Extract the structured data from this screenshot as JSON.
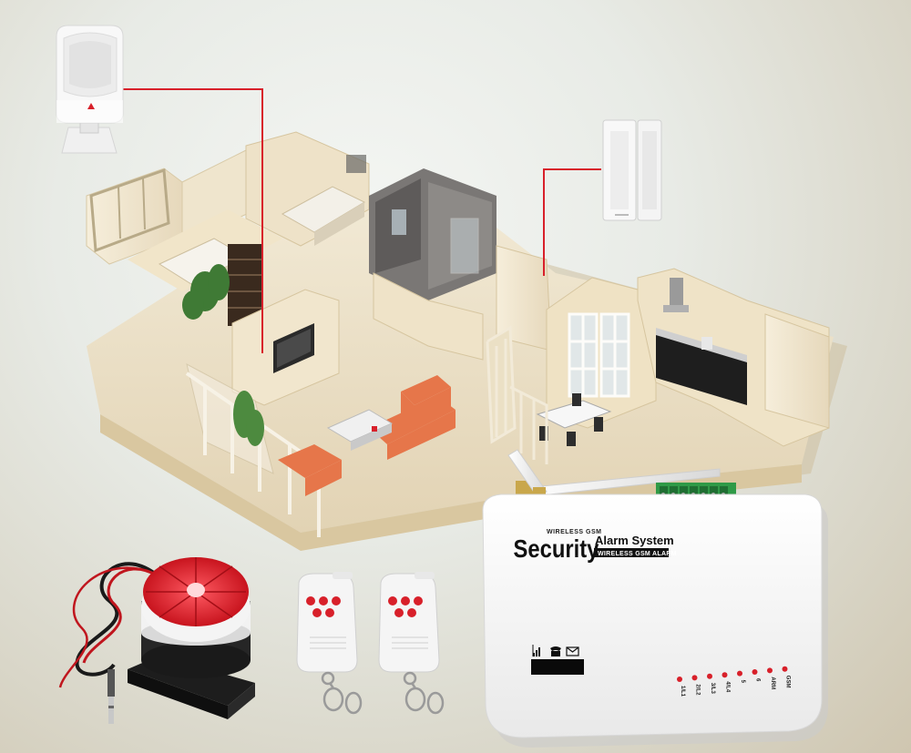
{
  "product": {
    "brand_small": "WIRELESS GSM",
    "brand_main": "Security",
    "brand_side": "Alarm System",
    "brand_sub": "WIRELESS GSM ALARM"
  },
  "indicators": {
    "labels": [
      "1/L1",
      "2/L2",
      "3/L3",
      "4/L4",
      "5",
      "6",
      "ARM",
      "GSM"
    ]
  },
  "colors": {
    "background": "#e3e6df",
    "floor": "#e9dcc2",
    "wall": "#f0e6cf",
    "accent_red": "#d8202a",
    "panel_white": "#f7f7f7",
    "terminal_green": "#2f9a47"
  },
  "icons": [
    "signal-icon",
    "phone-icon",
    "envelope-icon"
  ]
}
